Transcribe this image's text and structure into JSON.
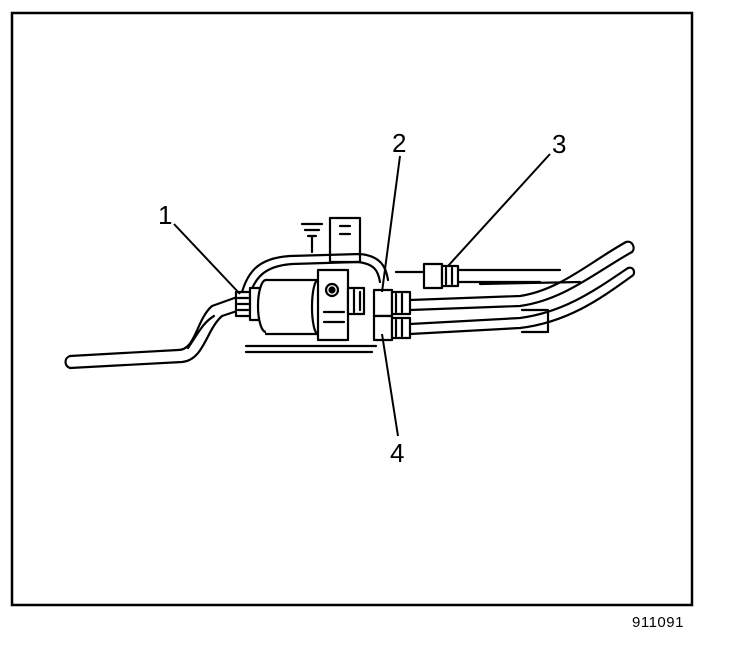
{
  "callouts": [
    {
      "id": "1",
      "label": "1"
    },
    {
      "id": "2",
      "label": "2"
    },
    {
      "id": "3",
      "label": "3"
    },
    {
      "id": "4",
      "label": "4"
    }
  ],
  "figure_number": "911091",
  "colors": {
    "ink": "#000000",
    "paper": "#ffffff"
  }
}
